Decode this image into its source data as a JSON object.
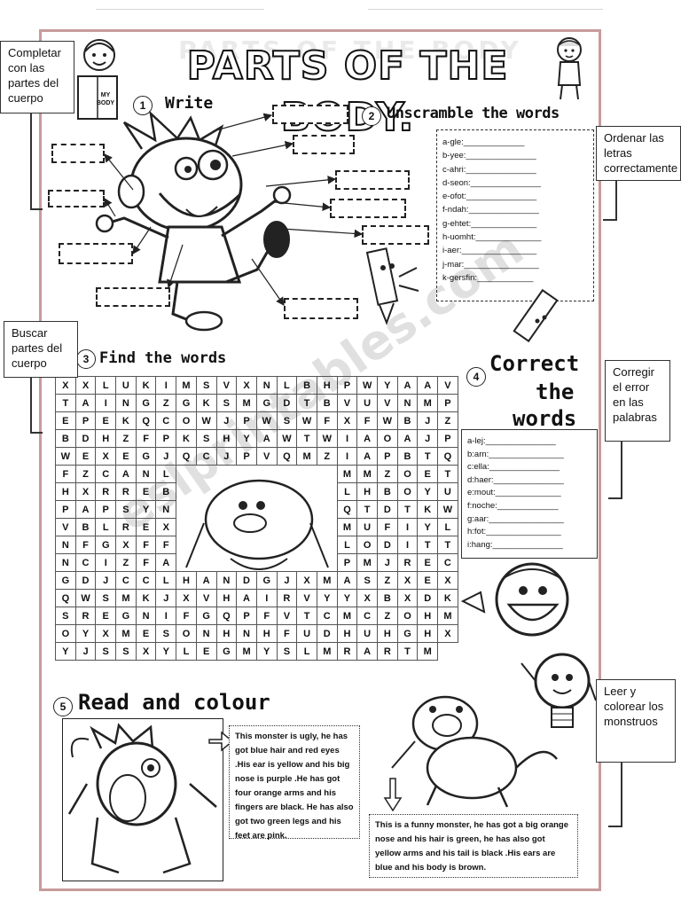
{
  "worksheet": {
    "title": "PARTS OF THE BODY.",
    "title_ghost": "PARTS OF THE BODY",
    "book_label": "MY BODY",
    "watermark": "eslprintables.com"
  },
  "callouts": {
    "complete": "Completar con las partes del cuerpo",
    "order": "Ordenar las letras correctamente",
    "find": "Buscar partes del cuerpo",
    "correct": "Corregir el error en las palabras",
    "read": "Leer y colorear los monstruos"
  },
  "sections": {
    "write": {
      "number": "1",
      "heading": "Write"
    },
    "unscramble": {
      "number": "2",
      "heading": "Unscramble the words",
      "items": [
        "a-gle:_____________",
        "b-yee:_______________",
        "c-ahri:_______________",
        "d-seon:_______________",
        "e-ofot:_______________",
        "f-ndah:_______________",
        "g-ehtet:______________",
        "h-uomht:______________",
        "i-aer:________________",
        "j-mar:________________",
        "k-gersfin:____________"
      ]
    },
    "find": {
      "number": "3",
      "heading": "Find the words",
      "rows": [
        "XXLUKIMSVXNLBHPWYAAV",
        "TAINGZGKSMGDTBVUVNMP",
        "EPEKQCOWJPWSWFXFWBJZ",
        "BDHZFPKSHYAWTWIAOAJP",
        "WEXEGJQCJPVQMZIAPBTQ",
        "FZCANL          MMZOET",
        "HXRREB          LHBOYU",
        "PAPSYN          QTDTKW",
        "VBLREX          MUFIYL",
        "NFGXFF          LODITT",
        "NCIZFA          PMJREC",
        "GDJCCLHANDGJXMASZXEX",
        "QWSMKJXVHAIRVYYXBXDK",
        "SREGNIFGQPFVTCMCZOHM",
        "OYXMESONHNHFUDHUHGHX",
        "YJSSXYLEGMYSLMRARTM "
      ]
    },
    "correct": {
      "number": "4",
      "heading_1": "Correct",
      "heading_2": "the",
      "heading_3": "words",
      "items": [
        "a-lej:_______________",
        "b:arn:________________",
        "c:ella:_______________",
        "d:haer:_______________",
        "e:mout:______________",
        "f:noche:_____________",
        "g:aar:________________",
        "h:fot:________________",
        "i:hang:_______________"
      ]
    },
    "read": {
      "number": "5",
      "heading": "Read and colour",
      "story_1": "This monster is ugly, he has got blue hair and red eyes .His ear is yellow and his big nose is purple .He has got four orange arms and his fingers are black.      He has also got two green legs and his feet are pink.",
      "story_2": "This is a funny monster, he has got a big orange nose and his hair is green, he has also got yellow arms and his tail is black .His ears are blue and his body is brown."
    }
  }
}
